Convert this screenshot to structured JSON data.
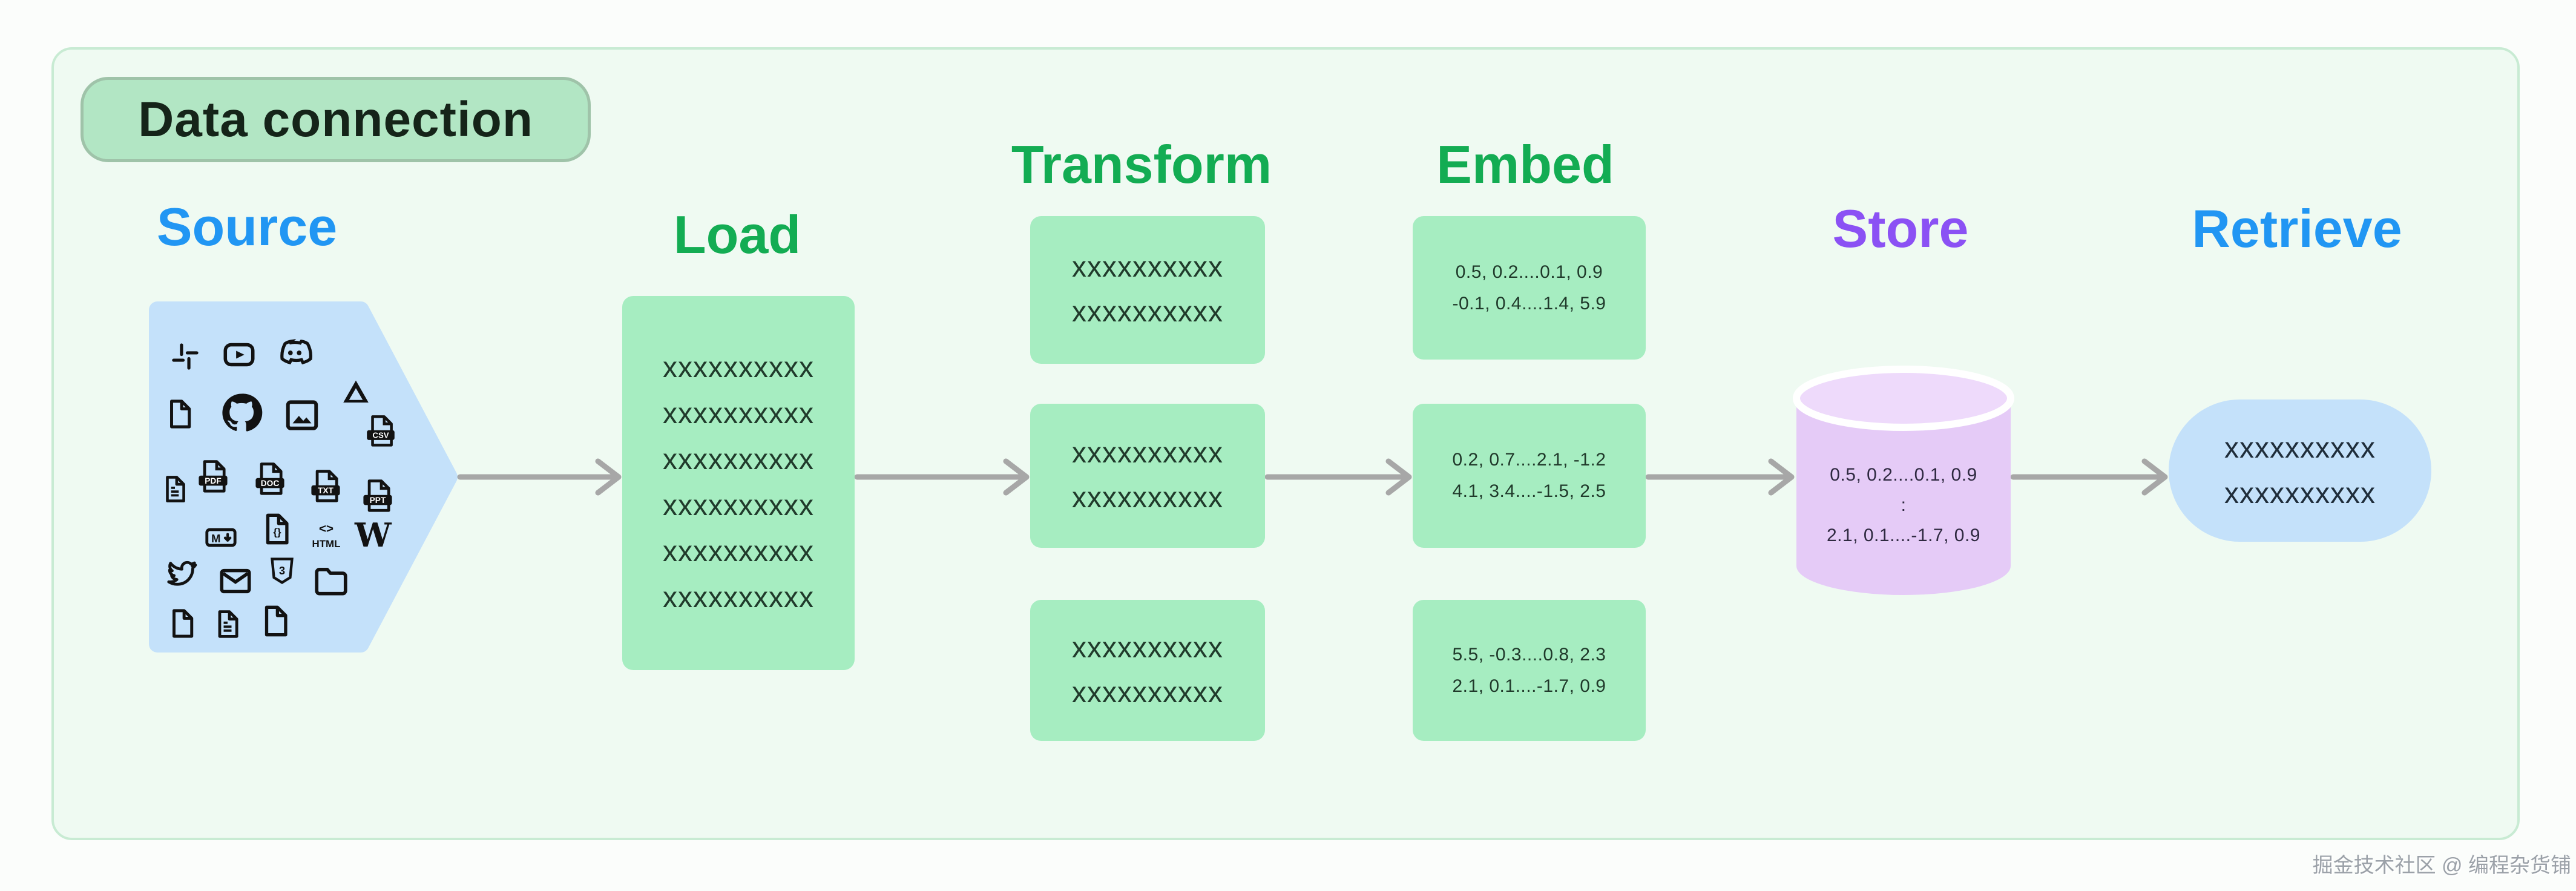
{
  "title_badge": {
    "label": "Data connection"
  },
  "sections": {
    "source": {
      "label": "Source"
    },
    "load": {
      "label": "Load"
    },
    "transform": {
      "label": "Transform"
    },
    "embed": {
      "label": "Embed"
    },
    "store": {
      "label": "Store"
    },
    "retrieve": {
      "label": "Retrieve"
    }
  },
  "source_icons": [
    "slack",
    "youtube",
    "discord",
    "file",
    "github",
    "image",
    "google-drive",
    "csv-file",
    "file-text",
    "pdf-file",
    "doc-file",
    "txt-file",
    "ppt-file",
    "markdown",
    "json-file",
    "html",
    "wikipedia",
    "twitter",
    "email",
    "css3",
    "folder",
    "file",
    "file-text",
    "file"
  ],
  "icon_labels": {
    "csv": "CSV",
    "pdf": "PDF",
    "doc": "DOC",
    "txt": "TXT",
    "ppt": "PPT",
    "markdown_m": "M",
    "json_braces": "{}",
    "html_tag": "<>",
    "html_word": "HTML",
    "wikipedia_w": "W",
    "css_3": "3"
  },
  "load_box": {
    "lines": [
      "xxxxxxxxxx",
      "xxxxxxxxxx",
      "xxxxxxxxxx",
      "xxxxxxxxxx",
      "xxxxxxxxxx",
      "xxxxxxxxxx"
    ]
  },
  "transform_boxes": [
    {
      "line1": "xxxxxxxxxx",
      "line2": "xxxxxxxxxx"
    },
    {
      "line1": "xxxxxxxxxx",
      "line2": "xxxxxxxxxx"
    },
    {
      "line1": "xxxxxxxxxx",
      "line2": "xxxxxxxxxx"
    }
  ],
  "embed_boxes": [
    {
      "line1": "0.5, 0.2....0.1, 0.9",
      "line2": "-0.1, 0.4....1.4, 5.9"
    },
    {
      "line1": "0.2, 0.7....2.1, -1.2",
      "line2": "4.1, 3.4....-1.5, 2.5"
    },
    {
      "line1": "5.5, -0.3....0.8, 2.3",
      "line2": "2.1, 0.1....-1.7, 0.9"
    }
  ],
  "store_box": {
    "line1": "0.5, 0.2....0.1, 0.9",
    "line2": ":",
    "line3": "2.1, 0.1....-1.7, 0.9"
  },
  "retrieve_box": {
    "line1": "xxxxxxxxxx",
    "line2": "xxxxxxxxxx"
  },
  "watermark": {
    "text": "掘金技术社区 @ 编程杂货铺"
  },
  "colors": {
    "page_bg": "#fbfdfb",
    "panel_bg": "#effaf2",
    "panel_border": "#c8ebd3",
    "badge_bg": "#b2e6c4",
    "badge_border": "#9fc3a9",
    "heading_blue": "#2196f3",
    "heading_green": "#13ac53",
    "heading_purple": "#8b51f4",
    "green_box": "#a6edc1",
    "blue_shape": "#c4e1fa",
    "cylinder_body": "#e5cbf7",
    "cylinder_cap": "#eedafb",
    "arrow": "#a7a7a7",
    "icon": "#121212",
    "box_text": "#203a2b",
    "watermark": "#9ba1a8"
  }
}
